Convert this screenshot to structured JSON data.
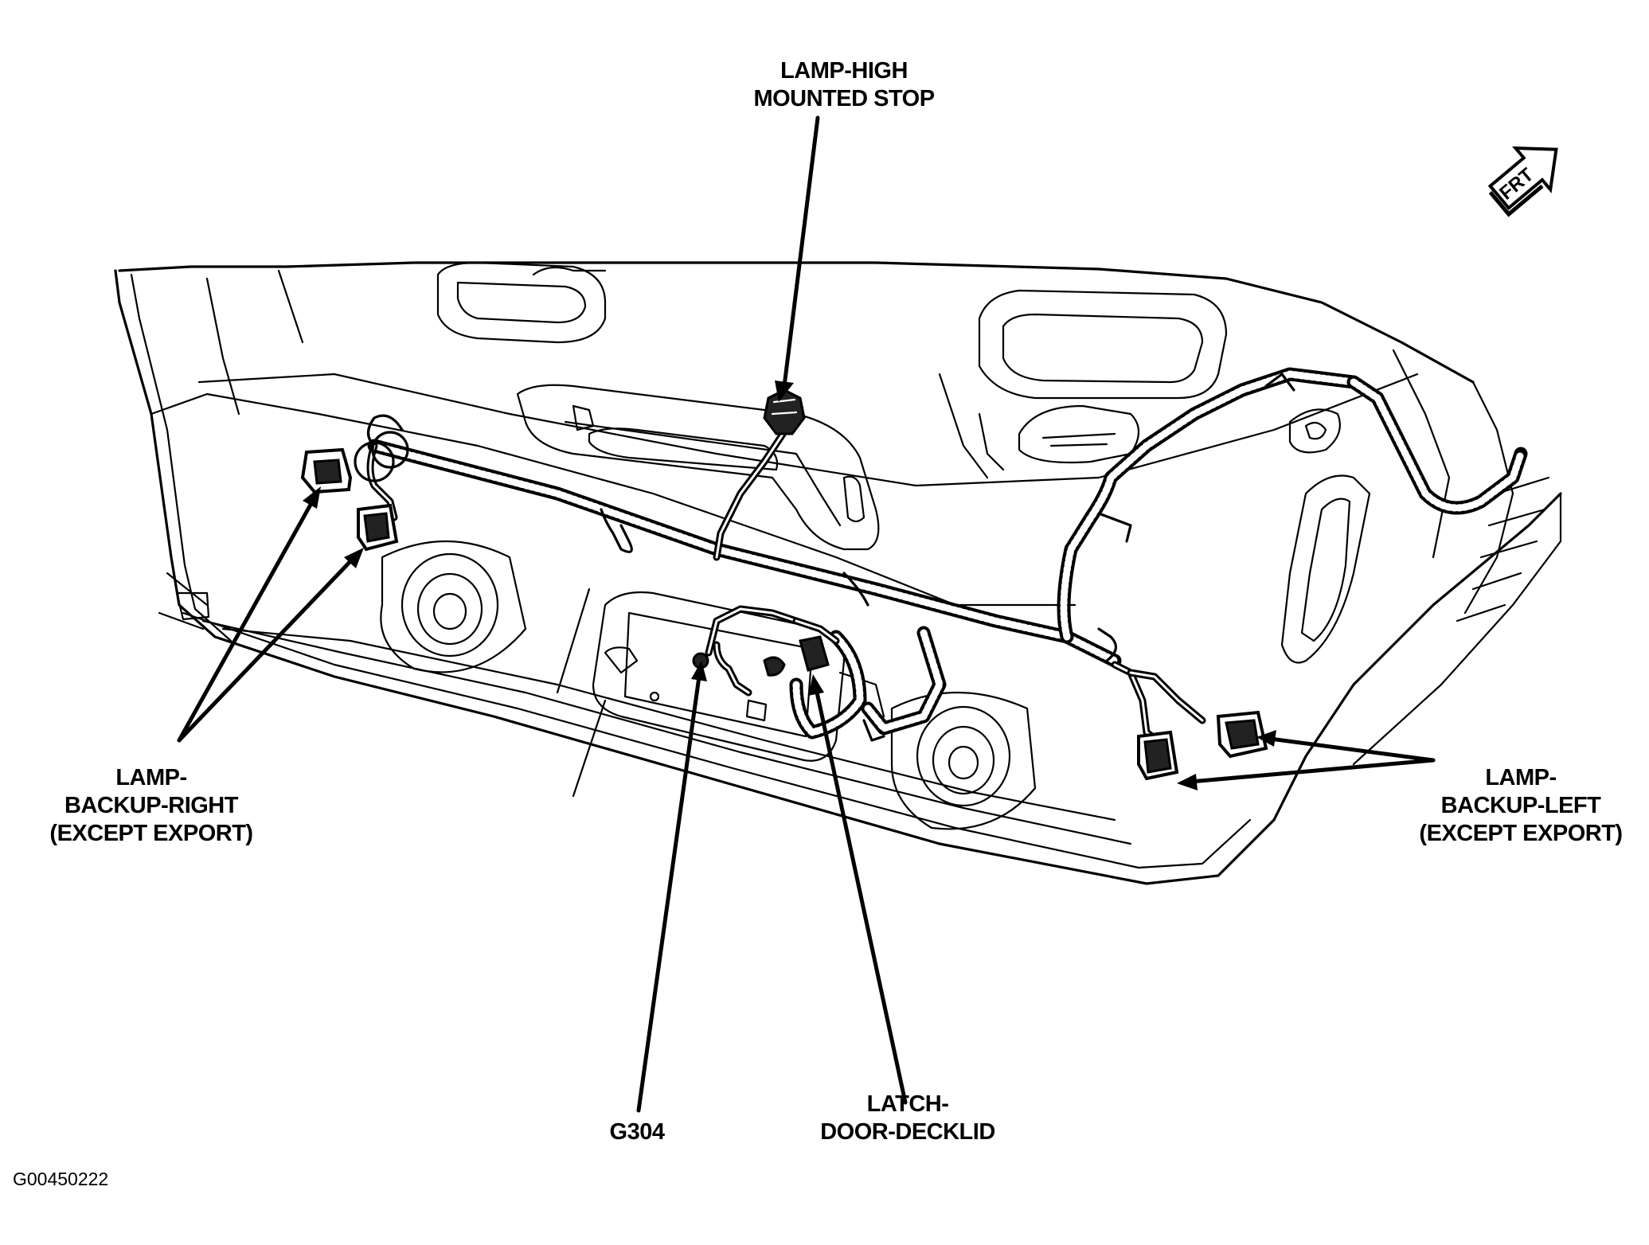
{
  "labels": {
    "high_stop": [
      "LAMP-HIGH",
      "MOUNTED STOP"
    ],
    "backup_right": [
      "LAMP-",
      "BACKUP-RIGHT",
      "(EXCEPT EXPORT)"
    ],
    "backup_left": [
      "LAMP-",
      "BACKUP-LEFT",
      "(EXCEPT EXPORT)"
    ],
    "ground": [
      "G304"
    ],
    "latch": [
      "LATCH-",
      "DOOR-DECKLID"
    ]
  },
  "front_arrow": "FRT",
  "figure_id": "G00450222"
}
